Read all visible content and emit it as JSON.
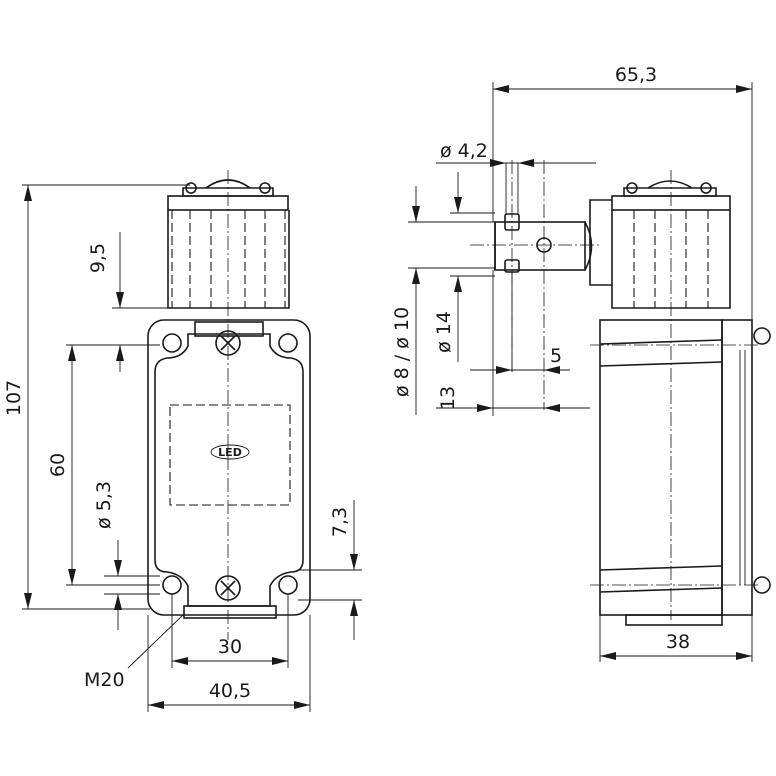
{
  "front_view": {
    "dimensions": {
      "height_total": "107",
      "height_plunger": "9,5",
      "hole_spacing_vertical": "60",
      "hole_diameter": "ø 5,3",
      "bottom_offset": "7,3",
      "hole_spacing_horizontal": "30",
      "body_width": "40,5",
      "conduit_thread": "M20"
    },
    "led_label": "LED"
  },
  "side_view": {
    "dimensions": {
      "overall_depth": "65,3",
      "roller_pin_diameter": "ø 4,2",
      "roller_diameter": "ø 8 / ø 10",
      "shaft_diameter": "ø 14",
      "roller_width": "5",
      "roller_offset": "13",
      "body_depth": "38"
    }
  },
  "colors": {
    "ink": "#1a1a1a",
    "background": "#ffffff"
  }
}
